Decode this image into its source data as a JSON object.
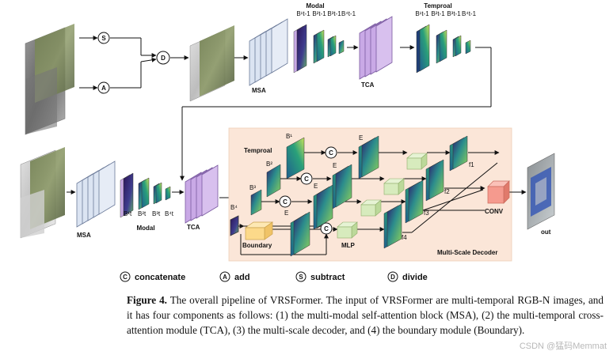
{
  "top_row": {
    "op_s": "S",
    "op_a": "A",
    "op_d": "D",
    "modal_title": "Modal",
    "modal_b_labels": [
      "B¹t-1",
      "B²t-1",
      "B³t-1",
      "B⁴t-1"
    ],
    "msa_label": "MSA",
    "tca_label": "TCA",
    "temproal_title": "Temproal",
    "temproal_b_labels": [
      "B¹t-1",
      "B²t-1",
      "B³t-1",
      "B⁴t-1"
    ]
  },
  "bottom_row": {
    "msa_label": "MSA",
    "b_labels": [
      "B¹t",
      "B²t",
      "B³t",
      "B⁴t"
    ],
    "modal_title": "Modal",
    "tca_label": "TCA",
    "out_label": "out"
  },
  "decoder": {
    "title": "Multi-Scale Decoder",
    "temproal_label": "Temproal",
    "b_labels": [
      "B¹",
      "B²",
      "B³",
      "B⁴"
    ],
    "e_labels": [
      "E",
      "E",
      "E",
      "E"
    ],
    "c_op": "C",
    "f_labels": [
      "f1",
      "f2",
      "f3",
      "f4"
    ],
    "boundary_label": "Boundary",
    "mlp_label": "MLP",
    "conv_label": "CONV"
  },
  "legend": [
    {
      "symbol": "C",
      "text": "concatenate"
    },
    {
      "symbol": "A",
      "text": "add"
    },
    {
      "symbol": "S",
      "text": "subtract"
    },
    {
      "symbol": "D",
      "text": "divide"
    }
  ],
  "caption": {
    "label": "Figure 4.",
    "text": "The overall pipeline of VRSFormer. The input of VRSFormer are multi-temporal RGB-N images, and it has four components as follows: (1) the multi-modal self-attention block (MSA), (2) the multi-temporal cross-attention module (TCA), (3) the multi-scale decoder, and (4) the boundary module (Boundary)."
  },
  "watermark": "CSDN @猛码Memmat",
  "colors": {
    "msa_fill": "#dbe4f2",
    "tca_fill": "#c9a9e6",
    "decoder_bg": "#fbe6d8",
    "mlp_fill": "#d7ebbd",
    "boundary_fill": "#fcd98a",
    "conv_fill": "#f59a8e"
  }
}
